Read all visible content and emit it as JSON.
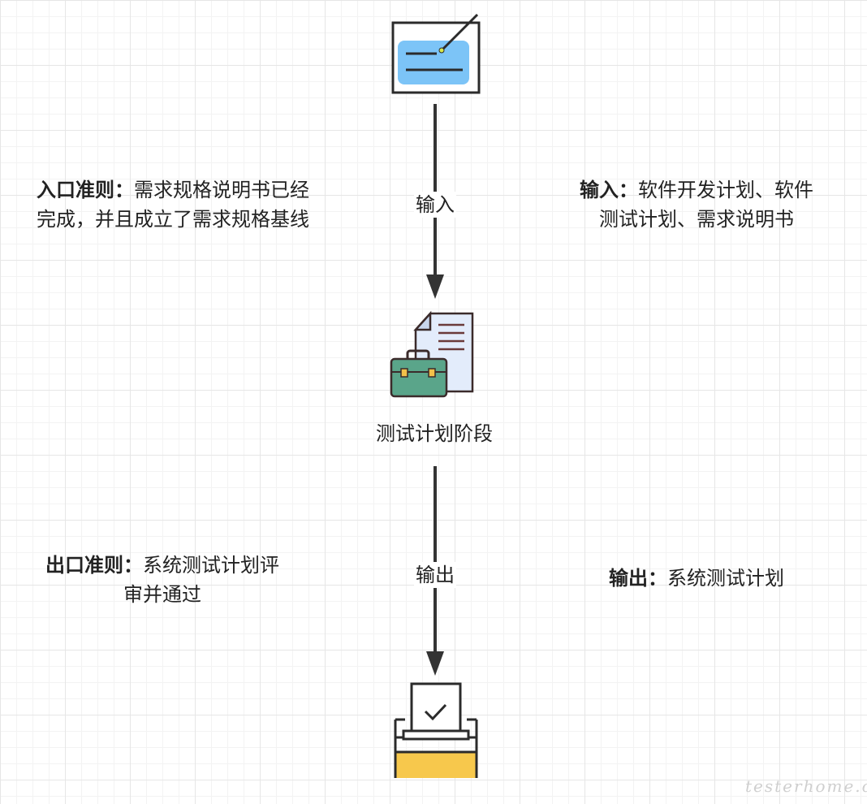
{
  "entry_criteria": {
    "label": "入口准则：",
    "line1_rest": "需求规格说明书已经",
    "line2": "完成，并且成立了需求规格基线"
  },
  "input": {
    "label": "输入：",
    "line1_rest": "软件开发计划、软件",
    "line2": "测试计划、需求说明书"
  },
  "arrow_in_label": "输入",
  "stage_label": "测试计划阶段",
  "arrow_out_label": "输出",
  "exit_criteria": {
    "label": "出口准则：",
    "line1_rest": "系统测试计划评",
    "line2": "审并通过"
  },
  "output": {
    "label": "输出：",
    "text": "系统测试计划"
  },
  "watermark": "testerhome.com",
  "icons": {
    "top": "requirements-document-icon",
    "middle": "test-plan-briefcase-icon",
    "bottom": "deliverable-ballot-box-icon"
  },
  "colors": {
    "arrow": "#333333",
    "doc_blue": "#7cc4f7",
    "briefcase_green": "#5aa58a",
    "box_yellow": "#f7c84c"
  }
}
